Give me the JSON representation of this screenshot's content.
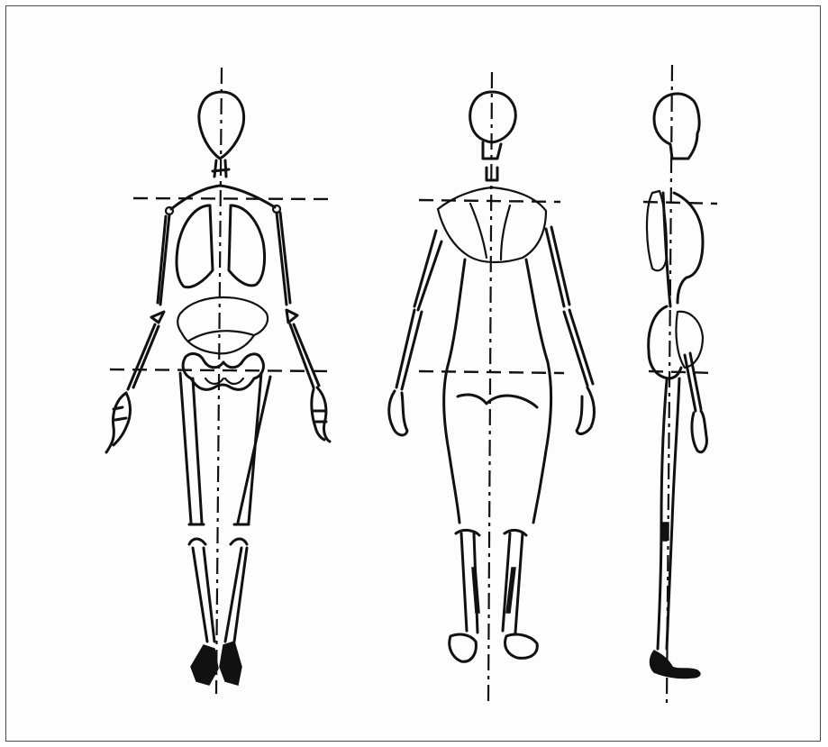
{
  "figure": {
    "views": [
      "front",
      "back",
      "side"
    ],
    "guide_lines": [
      "shoulder-line",
      "hip-line",
      "center-axis"
    ],
    "colors": {
      "ink": "#111111",
      "paper": "#fdfdfd",
      "border": "#4a4a4a"
    }
  }
}
